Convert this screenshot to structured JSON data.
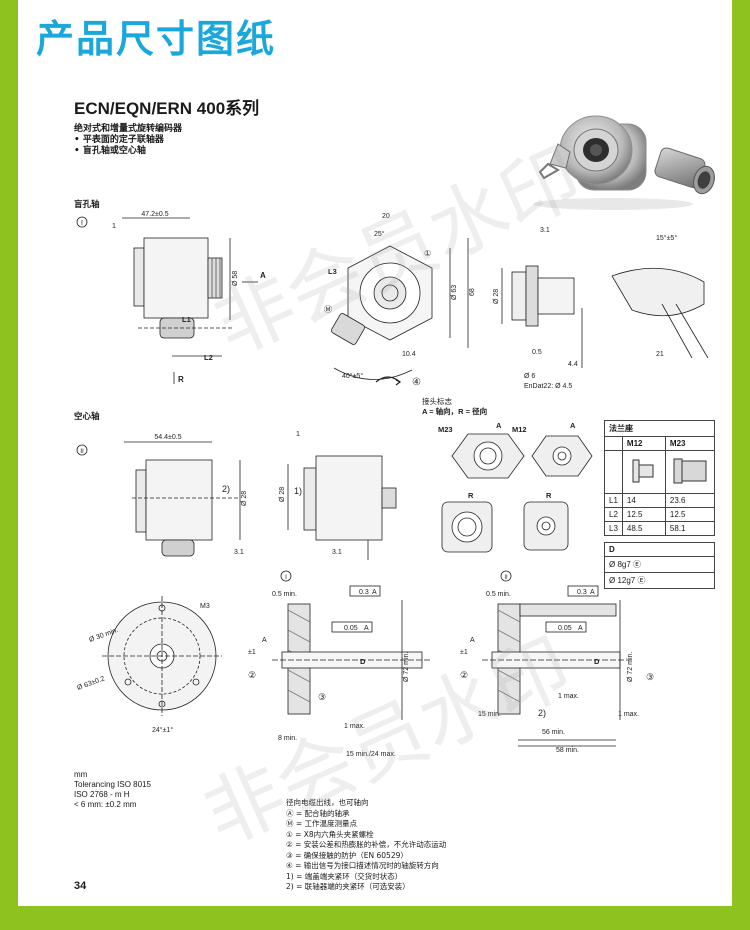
{
  "banner": {
    "title": "产品尺寸图纸"
  },
  "doc": {
    "series_title": "ECN/EQN/ERN 400系列",
    "subheads": [
      "绝对式和增量式旋转编码器",
      "• 平表面的定子联轴器",
      "• 盲孔轴或空心轴"
    ],
    "section_blind": "盲孔轴",
    "section_hollow": "空心轴",
    "connector_label": "接头标志",
    "connector_desc": "A = 轴向，R = 径向",
    "marks": {
      "I": "I",
      "II": "II",
      "A": "A",
      "R": "R",
      "L1": "L1",
      "L2": "L2",
      "L3": "L3",
      "M23": "M23",
      "M12": "M12",
      "M3": "M3",
      "D": "D",
      "one": "1)",
      "two": "2)",
      "c1": "①",
      "c2": "②",
      "c3": "③",
      "c4": "④",
      "cm": "Ⓜ"
    },
    "dims": {
      "d47": "47.2±0.5",
      "d1": "1",
      "d20": "20",
      "d25": "25°",
      "d58": "Ø 58",
      "d63": "Ø 63",
      "d68": "68",
      "d104": "10.4",
      "d40": "40°±5°",
      "d31": "3.1",
      "d28": "Ø 28",
      "d05": "0.5",
      "d44": "4.4",
      "d6": "Ø 6",
      "endat": "EnDat22: Ø 4.5",
      "d15": "15°±5°",
      "d21": "21",
      "d544": "54.4±0.5",
      "d28b": "Ø 28",
      "d31b": "3.1",
      "d30": "Ø 30 min.",
      "d63b": "Ø 63±0.2",
      "d24": "24°±1°",
      "d05min": "0.5 min.",
      "d72": "Ø 72 min.",
      "d8min": "8 min.",
      "d1max": "1 max.",
      "d15min": "15 min./24 max.",
      "d15minb": "15 min.",
      "d56": "56 min.",
      "d58min": "58 min.",
      "d03": "0.3",
      "d005": "0.05",
      "dpm1": "±1"
    },
    "flange_table": {
      "title": "法兰座",
      "headers": [
        "",
        "M12",
        "M23"
      ],
      "rows": [
        [
          "L1",
          "14",
          "23.6"
        ],
        [
          "L2",
          "12.5",
          "12.5"
        ],
        [
          "L3",
          "48.5",
          "58.1"
        ]
      ],
      "d_header": "D",
      "d_rows": [
        "Ø 8g7 Ⓔ",
        "Ø 12g7 Ⓔ"
      ]
    },
    "tolerance": [
      "mm",
      "Tolerancing ISO 8015",
      "ISO 2768 - m H",
      "< 6 mm: ±0.2 mm"
    ],
    "notes": [
      "径向电缆出线，也可轴向",
      "Ⓐ = 配合轴的轴承",
      "Ⓜ = 工作温度测量点",
      "① = X8内六角头夹紧螺栓",
      "② = 安装公差和热膨胀的补偿，不允许动态运动",
      "③ = 确保接触的防护（EN 60529）",
      "④ = 输出信号为接口描述情况时的轴旋转方向",
      "1) = 端盖端夹紧环（交货时状态）",
      "2) = 联轴器端的夹紧环（可选安装）"
    ],
    "page_number": "34"
  },
  "watermark": {
    "text": "非会员水印"
  }
}
